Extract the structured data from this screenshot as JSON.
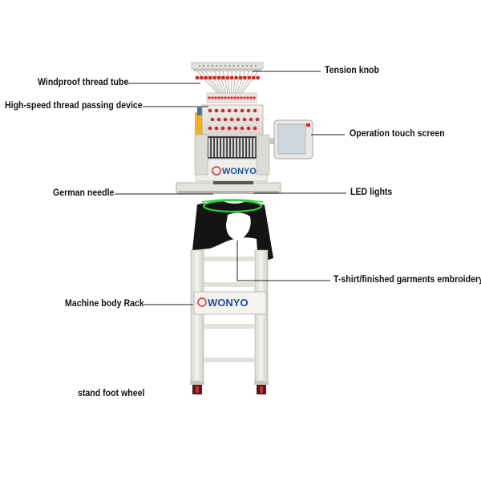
{
  "labels": {
    "tension_knob": "Tension knob",
    "windproof_thread_tube": "Windproof thread tube",
    "high_speed_thread_passing_device": "High-speed thread passing device",
    "operation_touch_screen": "Operation touch screen",
    "german_needle": "German needle",
    "led_lights": "LED lights",
    "tshirt_embroidery": "T-shirt/finished garments embroidery",
    "machine_body_rack": "Machine body Rack",
    "stand_foot_wheel": "stand foot wheel"
  },
  "brand": {
    "logo_text": "WONYO",
    "rack_logo_text": "WONYO"
  },
  "colors": {
    "frame": "#e9e7e2",
    "accent_red": "#d9262a",
    "led_green": "#2bd13a",
    "garment": "#141414",
    "brand_blue": "#1d4f9c",
    "screen": "#cfd8df"
  }
}
